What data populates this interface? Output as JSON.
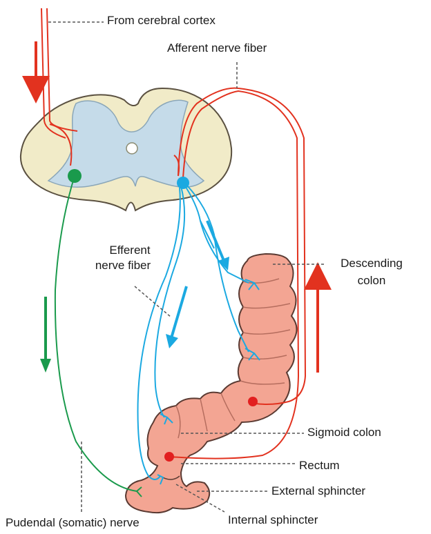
{
  "labels": {
    "cerebral_cortex": "From cerebral cortex",
    "afferent": "Afferent nerve fiber",
    "efferent_line1": "Efferent",
    "efferent_line2": "nerve fiber",
    "descending_line1": "Descending",
    "descending_line2": "colon",
    "sigmoid": "Sigmoid colon",
    "rectum": "Rectum",
    "external_sphincter": "External sphincter",
    "internal_sphincter": "Internal sphincter",
    "pudendal": "Pudendal (somatic) nerve"
  },
  "colors": {
    "motor_red": "#e2321f",
    "parasympathetic_blue": "#1ba9e1",
    "somatic_green": "#1a9a4c",
    "colon_fill": "#f3a593",
    "colon_outline": "#5a3a32",
    "white_matter": "#f1ebc8",
    "grey_matter": "#c5dbe9"
  }
}
